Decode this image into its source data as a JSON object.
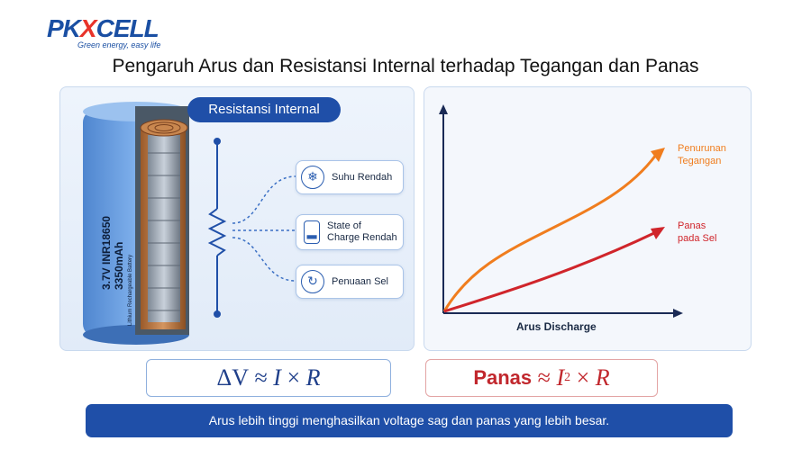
{
  "brand": {
    "name_left": "PK",
    "name_x": "X",
    "name_right": "CELL",
    "tagline": "Green energy, easy life"
  },
  "title": "Pengaruh Arus dan Resistansi Internal terhadap Tegangan dan Panas",
  "diagram": {
    "header": "Resistansi Internal",
    "battery_label": {
      "model": "3.7V INR18650",
      "capacity": "3350mAh",
      "type": "Lithium Rechargeable Battery"
    },
    "factors": [
      {
        "icon": "snowflake-icon",
        "label": "Suhu Rendah"
      },
      {
        "icon": "battery-low-icon",
        "label_line1": "State of",
        "label_line2": "Charge Rendah"
      },
      {
        "icon": "aging-cycle-icon",
        "label": "Penuaan Sel"
      }
    ]
  },
  "chart_data": {
    "type": "line",
    "xlabel": "Arus Discharge",
    "ylabel": "",
    "series": [
      {
        "name": "Penurunan Tegangan",
        "name_line1": "Penurunan",
        "name_line2": "Tegangan",
        "color": "#f07d1e",
        "shape": "rising, slightly concave"
      },
      {
        "name": "Panas pada Sel",
        "name_line1": "Panas",
        "name_line2": "pada Sel",
        "color": "#d0252b",
        "shape": "rising, convex (quadratic)"
      }
    ]
  },
  "formulas": {
    "voltage": {
      "lhs": "ΔV",
      "op": "≈",
      "i": "I",
      "times": "×",
      "r": "R"
    },
    "heat": {
      "lhs": "Panas",
      "op": "≈",
      "i": "I",
      "exp": "2",
      "times": "×",
      "r": "R"
    }
  },
  "footer": "Arus lebih tinggi menghasilkan voltage sag dan panas yang lebih besar.",
  "colors": {
    "brand_blue": "#1f4fa8",
    "orange": "#f07d1e",
    "red": "#d0252b"
  }
}
